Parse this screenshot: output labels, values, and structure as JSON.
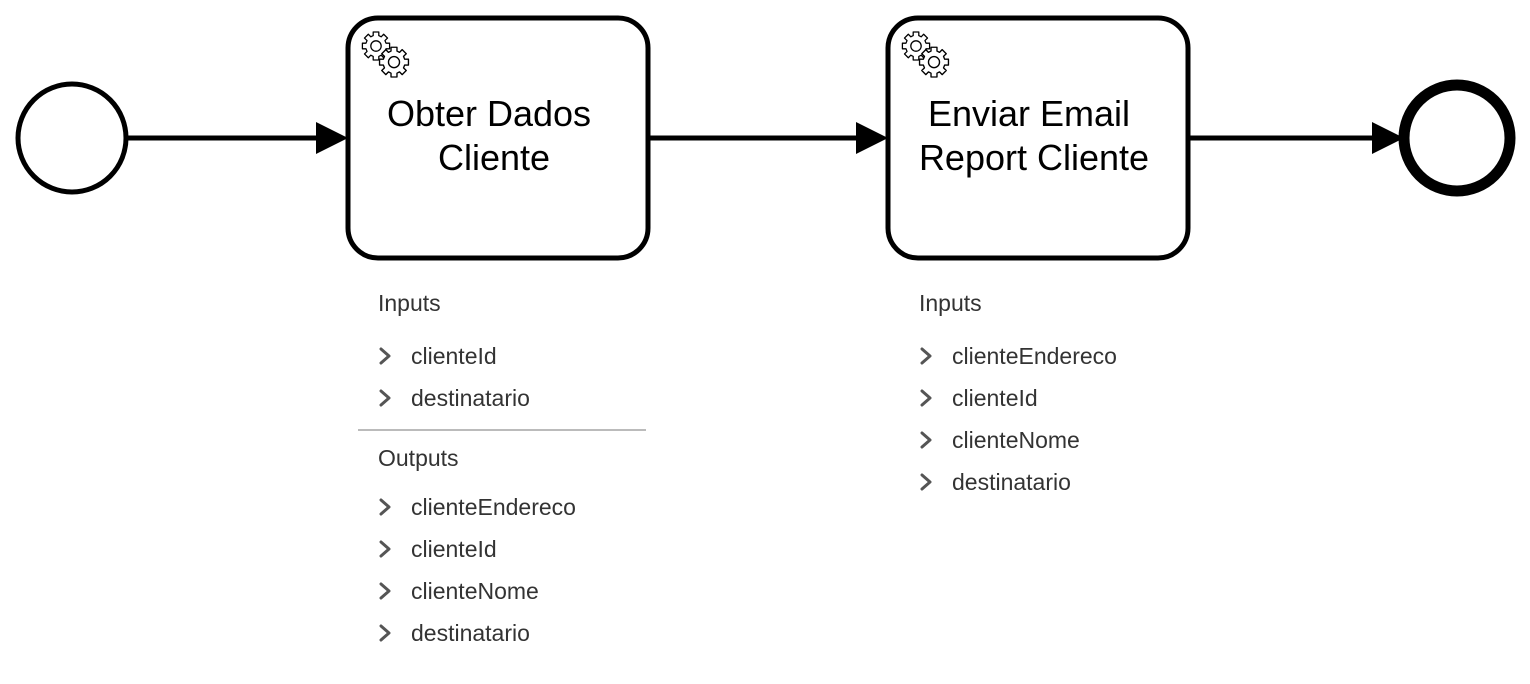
{
  "diagram": {
    "tasks": [
      {
        "name_lines": [
          "Obter Dados",
          "Cliente"
        ],
        "icon": "service-task-gears-icon",
        "inputs_label": "Inputs",
        "inputs": [
          "clienteId",
          "destinatario"
        ],
        "outputs_label": "Outputs",
        "outputs": [
          "clienteEndereco",
          "clienteId",
          "clienteNome",
          "destinatario"
        ]
      },
      {
        "name_lines": [
          "Enviar Email",
          "Report Cliente"
        ],
        "icon": "service-task-gears-icon",
        "inputs_label": "Inputs",
        "inputs": [
          "clienteEndereco",
          "clienteId",
          "clienteNome",
          "destinatario"
        ]
      }
    ],
    "start_event": "start-event-circle",
    "end_event": "end-event-circle",
    "item_icon": "chevron-right-icon",
    "colors": {
      "stroke": "#000000",
      "text": "#333333",
      "separator": "#bbbbbb",
      "chevron": "#555555"
    }
  }
}
